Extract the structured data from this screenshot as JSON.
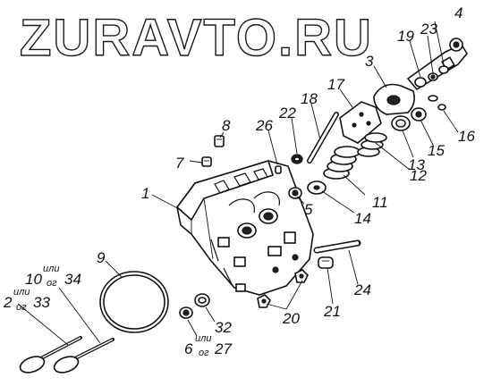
{
  "watermark": "ZURAVTO.RU",
  "labels": {
    "l1": "1",
    "l2": "2",
    "l2_sup": "или",
    "l2_sub": "ог",
    "l2_alt": "33",
    "l3": "3",
    "l4": "4",
    "l5": "5",
    "l6": "6",
    "l6_sup": "или",
    "l6_sub": "ог",
    "l6_alt": "27",
    "l7": "7",
    "l8": "8",
    "l9": "9",
    "l10": "10",
    "l10_sup": "или",
    "l10_sub": "ог",
    "l10_alt": "34",
    "l11": "11",
    "l12": "12",
    "l13": "13",
    "l14": "14",
    "l15": "15",
    "l16": "16",
    "l17": "17",
    "l18": "18",
    "l19": "19",
    "l20": "20",
    "l21": "21",
    "l22": "22",
    "l23": "23",
    "l24": "24",
    "l26": "26",
    "l32": "32"
  },
  "colors": {
    "ink": "#111111",
    "paper": "#ffffff"
  }
}
